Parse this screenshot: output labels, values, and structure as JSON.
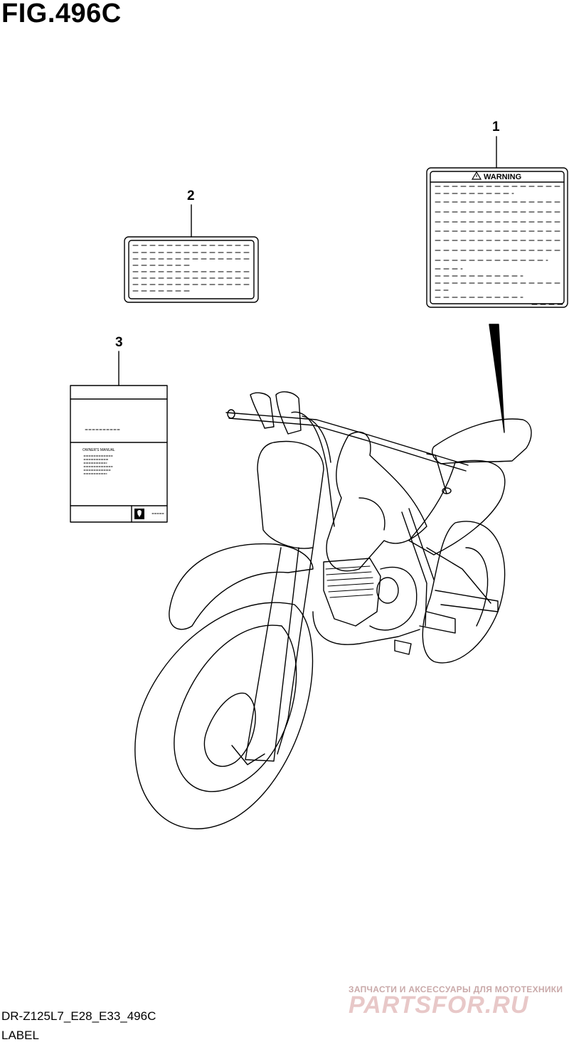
{
  "figure": {
    "title": "FIG.496C",
    "model_code": "DR-Z125L7_E28_E33_496C",
    "caption": "LABEL"
  },
  "callouts": [
    {
      "number": "1",
      "part": "warning-label"
    },
    {
      "number": "2",
      "part": "info-label"
    },
    {
      "number": "3",
      "part": "owners-manual"
    }
  ],
  "warning_label": {
    "heading": "WARNING",
    "icon": "warning-triangle-icon"
  },
  "manual": {
    "title": "OWNER'S MANUAL",
    "icon": "suzuki-logo-icon"
  },
  "watermark": {
    "tagline": "ЗАПЧАСТИ И АКСЕССУАРЫ ДЛЯ МОТОТЕХНИКИ",
    "brand": "PARTSFOR.RU",
    "color": "#d9a0a0"
  }
}
